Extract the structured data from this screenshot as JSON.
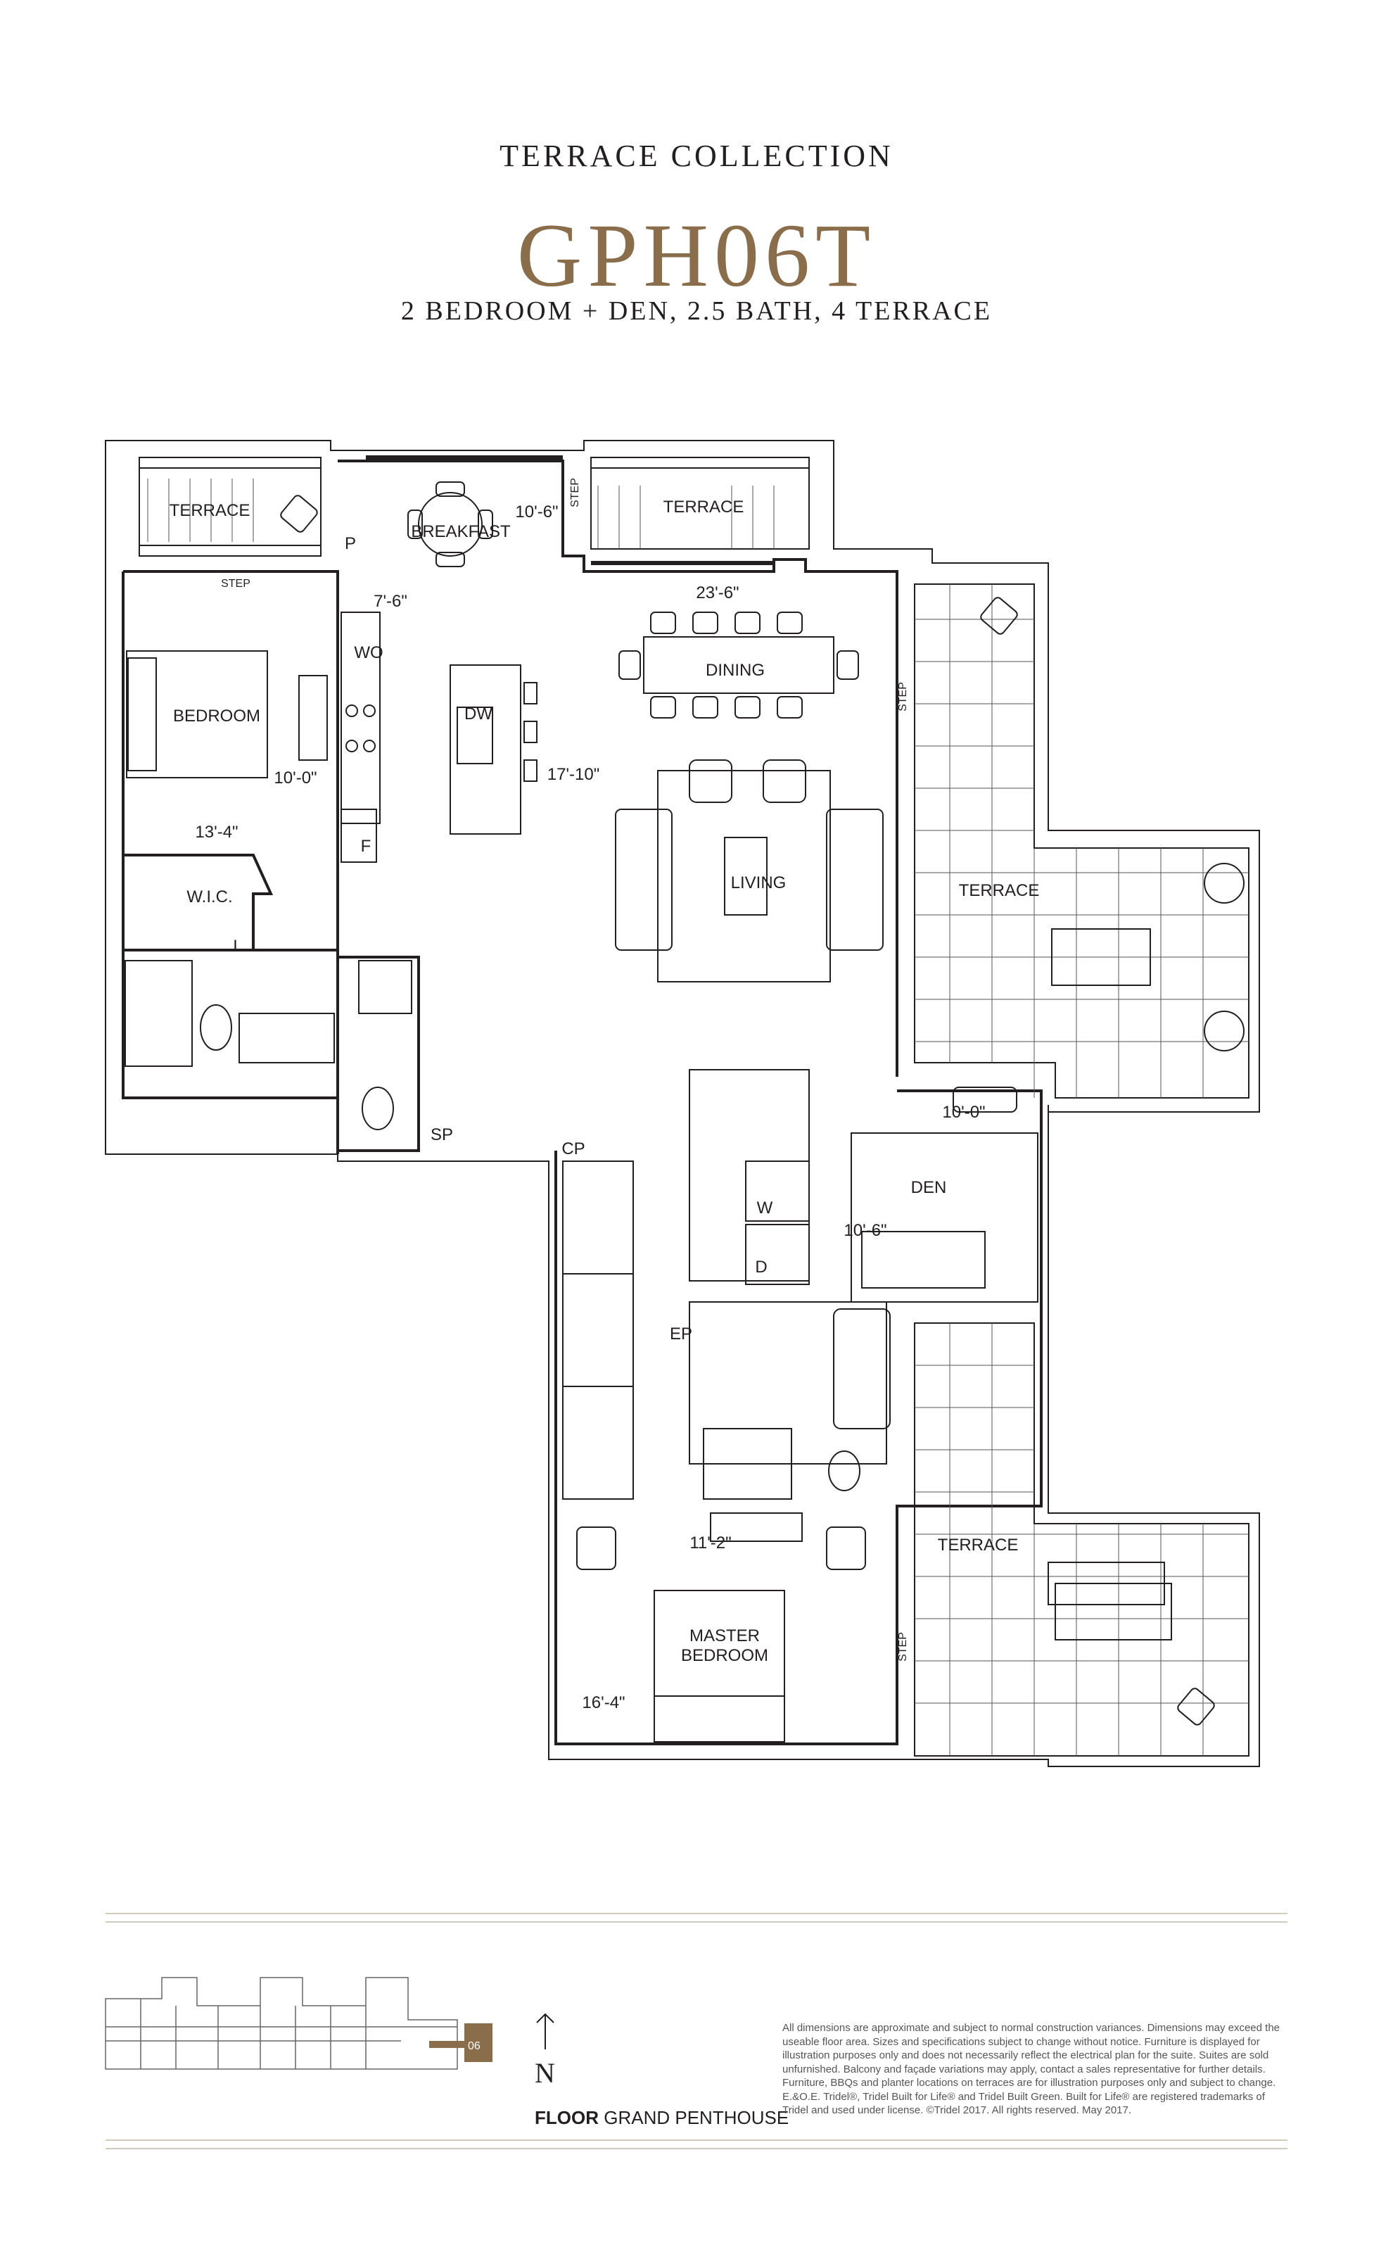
{
  "header": {
    "collection": "TERRACE COLLECTION",
    "unit": "GPH06T",
    "description": "2 BEDROOM + DEN, 2.5 BATH, 4 TERRACE"
  },
  "plan": {
    "rooms": {
      "terrace_nw": "TERRACE",
      "terrace_n": "TERRACE",
      "terrace_e": "TERRACE",
      "terrace_se": "TERRACE",
      "breakfast": "BREAKFAST",
      "dining": "DINING",
      "living": "LIVING",
      "bedroom": "BEDROOM",
      "wic": "W.I.C.",
      "den": "DEN",
      "master": "MASTER",
      "master2": "BEDROOM"
    },
    "dimensions": {
      "breakfast": "10'-6\"",
      "dining": "23'-6\"",
      "kitchen": "7'-6\"",
      "bedroom": "10'-0\"",
      "living": "17'-10\"",
      "wic": "13'-4\"",
      "den_w": "10'-0\"",
      "den_h": "10'-6\"",
      "ensuite": "11'-2\"",
      "master": "16'-4\""
    },
    "tags": {
      "step": "STEP",
      "p": "P",
      "wo": "WO",
      "dw": "DW",
      "f": "F",
      "l": "L",
      "sp": "SP",
      "cp": "CP",
      "w": "W",
      "d": "D",
      "ep": "EP"
    }
  },
  "footer": {
    "north": "N",
    "floor_bold": "FLOOR",
    "floor_name": "GRAND PENTHOUSE",
    "keyplan_unit": "06",
    "disclaimer": "All dimensions are approximate and subject to normal construction variances. Dimensions may exceed the useable floor area. Sizes and specifications subject to change without notice. Furniture is displayed for illustration purposes only and does not necessarily reflect the electrical plan for the suite. Suites are sold unfurnished. Balcony and façade variations may apply, contact a sales representative for further details. Furniture, BBQs and planter locations on terraces are for illustration purposes only and subject to change. E.&O.E. Tridel®, Tridel Built for Life® and Tridel Built Green. Built for Life® are registered trademarks of Tridel and used under license. ©Tridel 2017. All rights reserved. May 2017."
  },
  "colors": {
    "accent": "#8a6d4a",
    "line": "#231f20",
    "rule": "#cfcbbf"
  }
}
